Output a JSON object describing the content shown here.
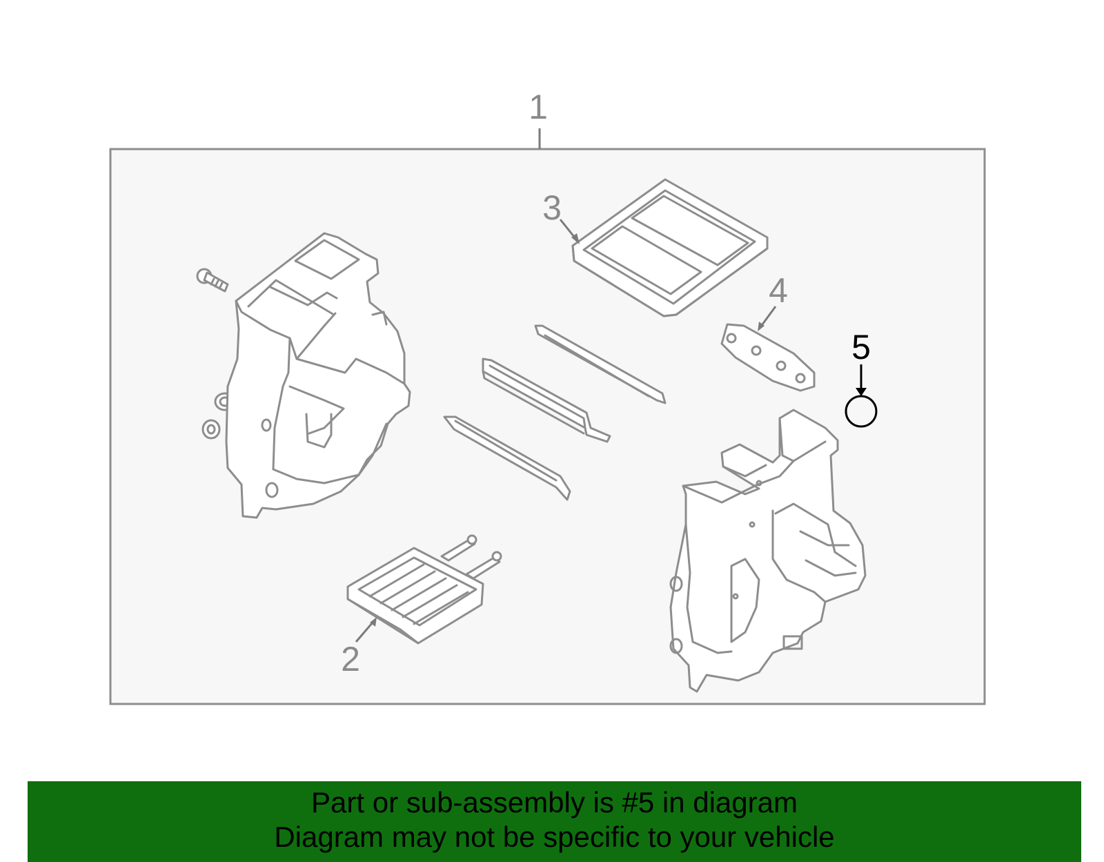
{
  "diagram": {
    "callouts": {
      "c1": "1",
      "c2": "2",
      "c3": "3",
      "c4": "4",
      "c5": "5"
    },
    "highlighted_part": "5",
    "colors": {
      "panel_bg": "#f7f7f7",
      "line_gray": "#8d8d8d",
      "highlight": "#000000"
    }
  },
  "banner": {
    "line1": "Part or sub-assembly is #5 in diagram",
    "line2": "Diagram may not be specific to your vehicle",
    "background": "#0f6f0f"
  }
}
